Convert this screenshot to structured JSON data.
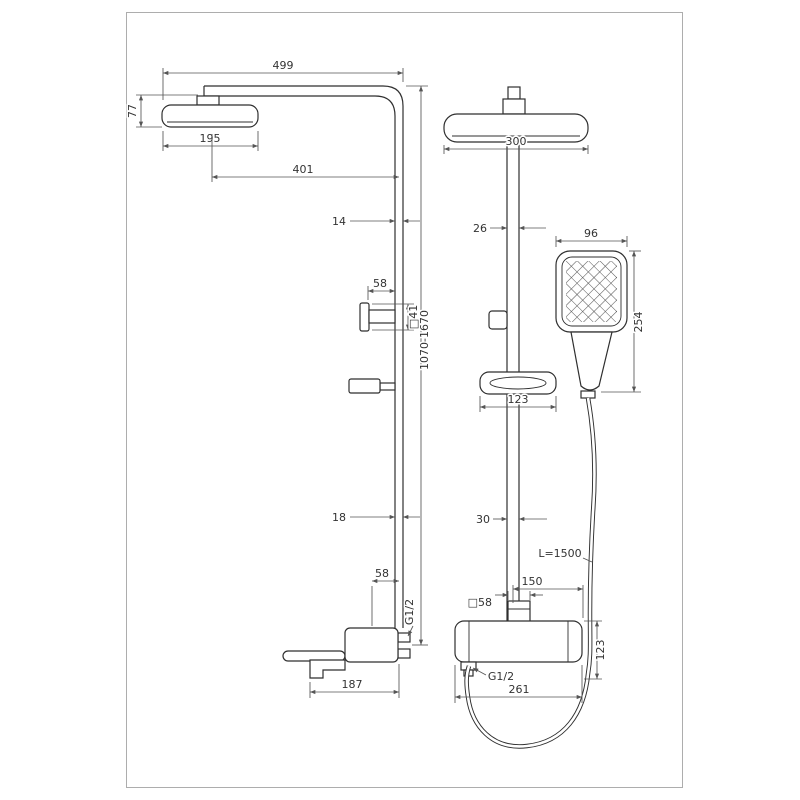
{
  "drawing": {
    "kind": "shower-system-technical-drawing",
    "side_view": {
      "overall_width": "499",
      "head_profile_height": "77",
      "head_depth": "195",
      "arm_reach": "401",
      "pipe_dia_upper": "14",
      "bracket_offset_upper": "58",
      "bracket_square": "□41",
      "column_height_range": "1070-1670",
      "pipe_dia_lower": "18",
      "bracket_offset_lower": "58",
      "connection_thread": "G1/2",
      "mixer_depth": "187"
    },
    "front_view": {
      "head_width": "300",
      "pipe_width_upper": "26",
      "handshower_width": "96",
      "handshower_length": "254",
      "shelf_width": "123",
      "pipe_width_lower": "30",
      "hose_length": "L=1500",
      "mixer_span": "150",
      "diverter_square": "□58",
      "mixer_height": "123",
      "outlet_thread": "G1/2",
      "mixer_width": "261"
    },
    "colors": {
      "product_line": "#2f2f2f",
      "dimension_line": "#555555",
      "border": "#adadad",
      "background": "#ffffff"
    }
  }
}
